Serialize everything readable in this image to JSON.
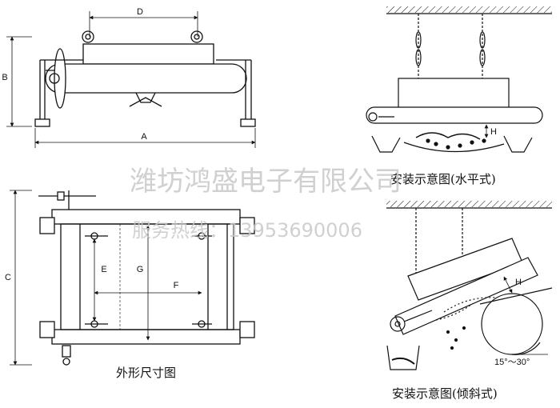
{
  "dimension_labels": {
    "a": "A",
    "b": "B",
    "c": "C",
    "d": "D",
    "e": "E",
    "f": "F",
    "g": "G",
    "h": "H"
  },
  "angle_label": "15°～30°",
  "captions": {
    "outline": "外形尺寸图",
    "horizontal": "安装示意图(水平式)",
    "inclined": "安装示意图(倾斜式)"
  },
  "watermark": {
    "company": "潍坊鸿盛电子有限公司",
    "hotline": "服务热线：13953690006"
  }
}
